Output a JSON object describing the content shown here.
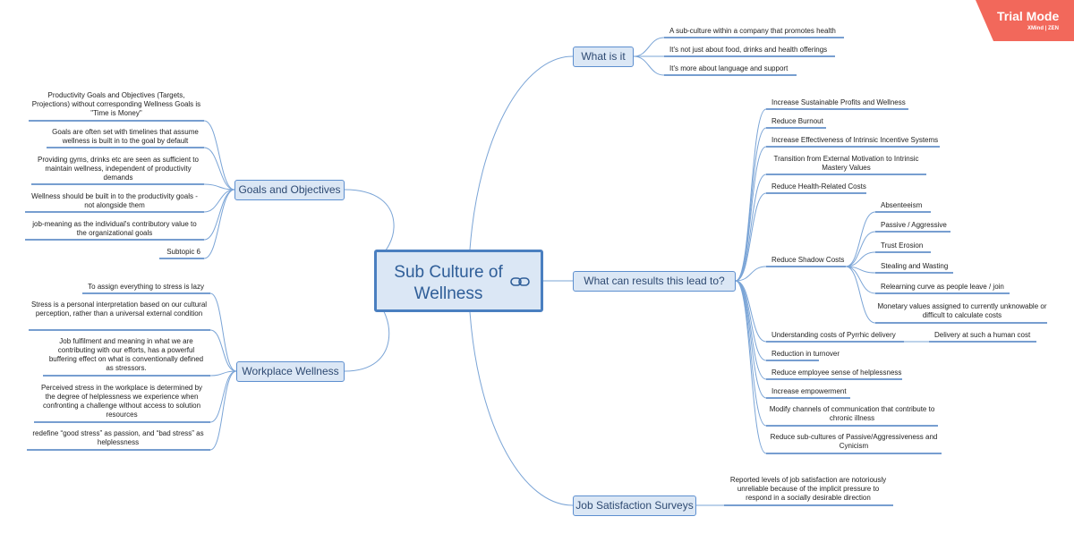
{
  "central": {
    "title": "Sub Culture of Wellness",
    "icon": "link-icon"
  },
  "watermark": {
    "title": "Trial Mode",
    "subtitle": "XMind | ZEN",
    "color": "#f2685b"
  },
  "colors": {
    "line": "#7aa4d6",
    "underline": "#4a7fc0",
    "topic_fill": "#dbe7f5"
  },
  "topics": {
    "what_is_it": {
      "label": "What is it",
      "items": [
        "A sub-culture within a company that promotes health",
        "It's not just about food, drinks and health offerings",
        "It's more about language and support"
      ]
    },
    "results": {
      "label": "What can results this lead to?",
      "items": [
        "Increase Sustainable Profits and Wellness",
        "Reduce Burnout",
        "Increase Effectiveness of Intrinsic Incentive Systems",
        "Transition from External Motivation to Intrinsic Mastery Values",
        "Reduce Health-Related Costs",
        "Reduce Shadow Costs",
        "Understanding costs of Pyrrhic delivery",
        "Reduction in turnover",
        "Reduce employee sense of helplessness",
        "Increase empowerment",
        "Modify channels of communication that contribute to chronic illness",
        "Reduce sub-cultures of Passive/Aggressiveness and Cynicism"
      ],
      "shadow_costs": [
        "Absenteeism",
        "Passive / Aggressive",
        "Trust Erosion",
        "Stealing and Wasting",
        "Relearning curve as people leave / join",
        "Monetary values assigned to currently unknowable or difficult to calculate costs"
      ],
      "pyrrhic": "Delivery at such a human cost"
    },
    "job_satisfaction": {
      "label": "Job Satisfaction Surveys",
      "items": [
        "Reported levels of job satisfaction are notoriously unreliable because of the implicit pressure to respond in a socially desirable direction"
      ]
    },
    "goals": {
      "label": "Goals and Objectives",
      "items": [
        "Productivity Goals and Objectives (Targets, Projections) without corresponding Wellness Goals is \"Time is Money\"",
        "Goals are often set with timelines that assume wellness is built in to the goal by default",
        "Providing gyms, drinks etc are seen as sufficient to maintain wellness, independent of productivity demands",
        "Wellness should be built in to the productivity goals - not alongside them",
        "job-meaning as the individual's contributory value to the organizational goals",
        "Subtopic 6"
      ]
    },
    "workplace": {
      "label": "Workplace Wellness",
      "items": [
        "To assign everything to stress is lazy",
        "Stress is a personal interpretation based on our cultural perception, rather than a universal external condition",
        "Job fulfilment and meaning in what we are contributing with our efforts, has a powerful buffering effect on what is conventionally defined as stressors.",
        "Perceived stress in the workplace is determined by the degree of helplessness we experience when confronting a challenge without access to solution resources",
        "redefine “good stress” as passion, and “bad stress” as helplessness"
      ]
    }
  }
}
